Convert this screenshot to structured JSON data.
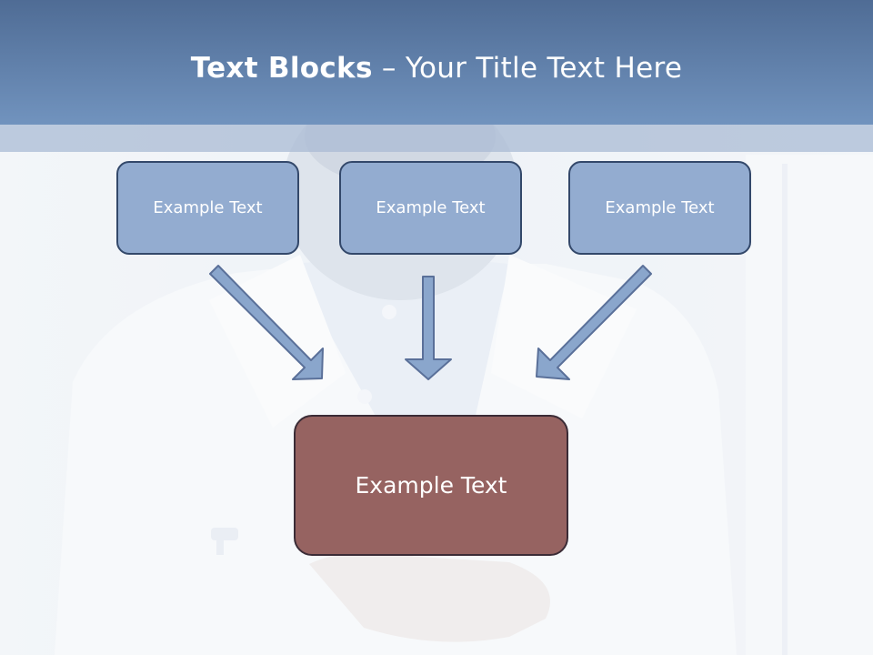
{
  "title": {
    "bold": "Text Blocks",
    "dash": " – ",
    "rest": "Your Title Text Here"
  },
  "blocks": {
    "left": "Example Text",
    "center": "Example Text",
    "right": "Example Text",
    "main": "Example Text"
  },
  "colors": {
    "header": "#5b79a4",
    "box_fill": "#93acd0",
    "box_border": "#33486a",
    "main_fill": "#966361",
    "arrow_fill": "#8aa6cc",
    "arrow_stroke": "#5a7099"
  }
}
